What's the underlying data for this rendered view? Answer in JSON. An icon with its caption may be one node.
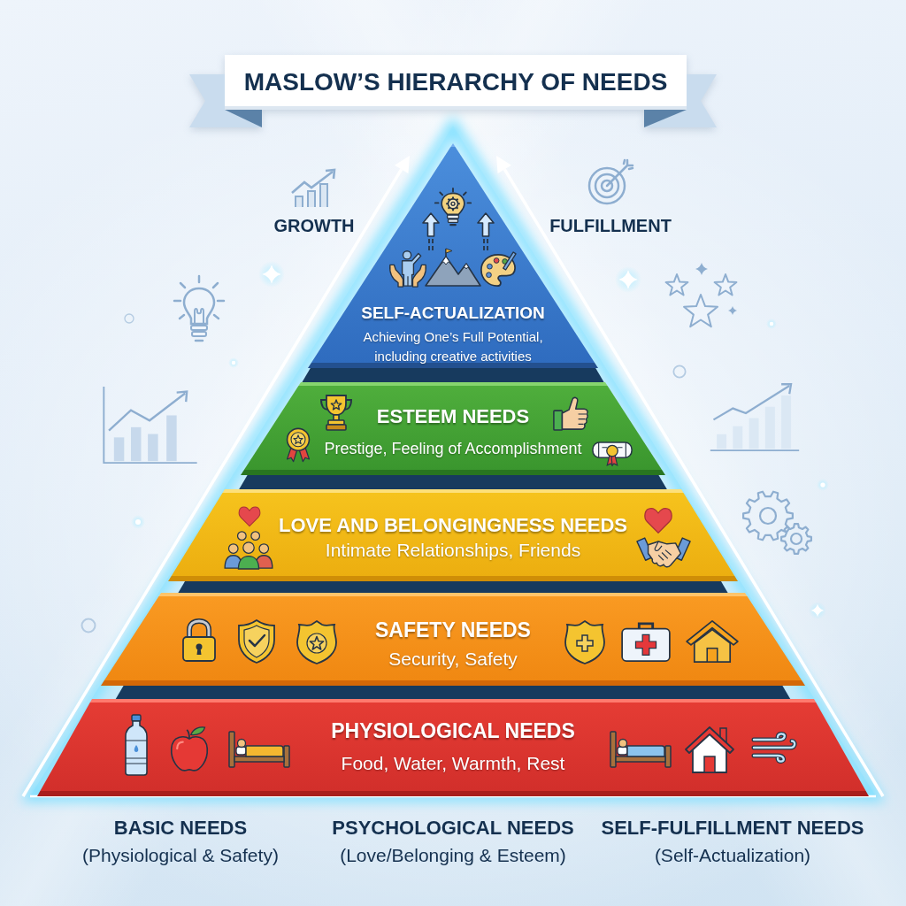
{
  "diagram": {
    "title": "MASLOW’S HIERARCHY OF NEEDS",
    "nodes": [
      {
        "text": [
          "SELF-ACTUALIZATION",
          "Achieving One’s Full Potential, including creative activities"
        ]
      },
      {
        "text": [
          "ESTEEM NEEDS",
          "Prestige, Feeling of Accomplishment"
        ]
      },
      {
        "text": [
          "LOVE AND BELONGINGNESS NEEDS",
          "Intimate Relationships, Friends"
        ]
      },
      {
        "text": [
          "SAFETY NEEDS",
          "Security, Safety"
        ]
      },
      {
        "text": [
          "PHYSIOLOGICAL NEEDS",
          "Food, Water, Warmth, Rest"
        ]
      }
    ],
    "labels": [
      "GROWTH",
      "FULFILLMENT",
      "BASIC NEEDS",
      "(Physiological & Safety)",
      "PSYCHOLOGICAL NEEDS",
      "(Love/Belonging & Esteem)",
      "SELF-FULFILLMENT NEEDS",
      "(Self-Actualization)"
    ]
  }
}
